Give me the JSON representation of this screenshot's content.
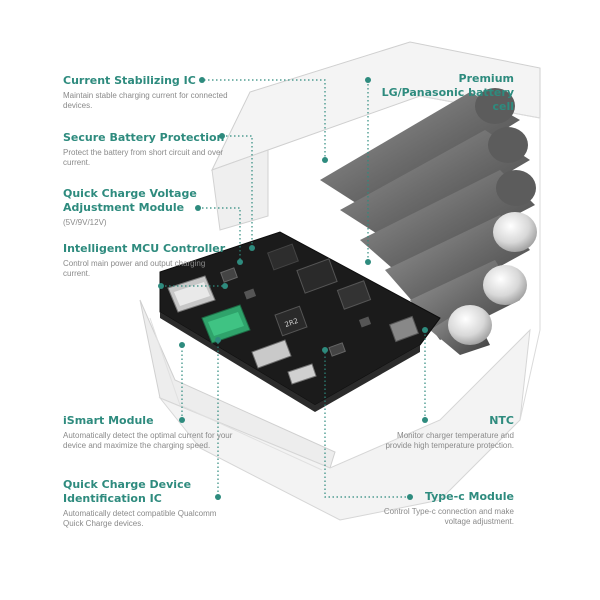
{
  "labels": {
    "premium": {
      "title": "Premium LG/Panasonic battery cell"
    },
    "current_ic": {
      "title": "Current Stabilizing IC",
      "desc": "Maintain stable charging current for connected devices."
    },
    "secure": {
      "title": "Secure Battery Protection",
      "desc": "Protect the battery from short circuit and over current."
    },
    "qc_voltage": {
      "title": "Quick Charge Voltage Adjustment Module",
      "desc": "(5V/9V/12V)"
    },
    "mcu": {
      "title": "Intelligent MCU Controller",
      "desc": "Control main power and output charging current."
    },
    "ismart": {
      "title": "iSmart Module",
      "desc": "Automatically detect the optimal current for your device and maximize the charging speed."
    },
    "ntc": {
      "title": "NTC",
      "desc": "Monitor charger temperature and provide high temperature protection."
    },
    "qc_device": {
      "title": "Quick Charge Device Identification IC",
      "desc": "Automatically detect compatible Qualcomm Quick Charge devices."
    },
    "typec": {
      "title": "Type-c Module",
      "desc": "Control Type-c connection and make voltage adjustment."
    }
  },
  "board": {
    "chip_marking": "2R2"
  },
  "colors": {
    "accent": "#2e8b7e",
    "pcb": "#1b1b1b",
    "usb_green": "#2fa36b",
    "cell": "#6e6e6e"
  }
}
